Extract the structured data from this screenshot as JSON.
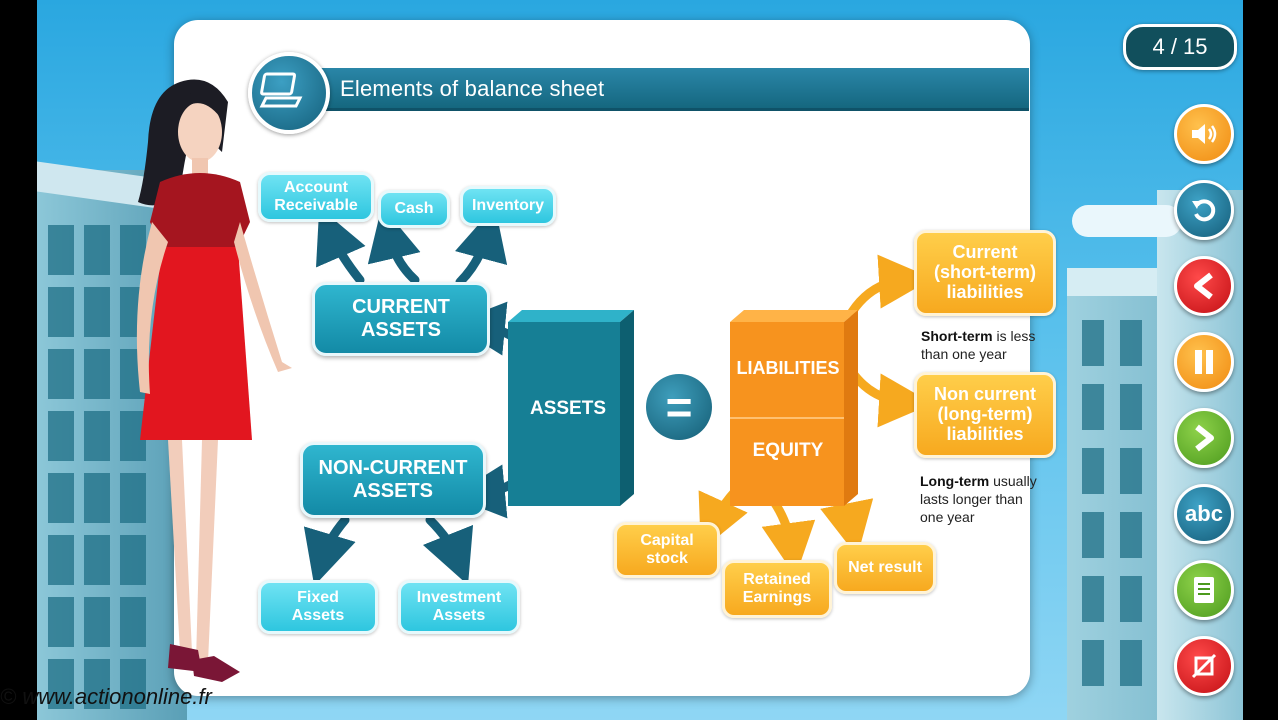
{
  "page": {
    "counter": "4 / 15",
    "title": "Elements of balance sheet"
  },
  "diagram": {
    "current_assets": [
      "CURRENT",
      "ASSETS"
    ],
    "non_current_assets": [
      "NON-CURRENT",
      "ASSETS"
    ],
    "assets": "ASSETS",
    "equals": "=",
    "liabilities": "LIABILITIES",
    "equity": "EQUITY",
    "current_items": {
      "account_receivable": [
        "Account",
        "Receivable"
      ],
      "cash": "Cash",
      "inventory": "Inventory"
    },
    "non_current_items": {
      "fixed_assets": [
        "Fixed",
        "Assets"
      ],
      "investment_assets": [
        "Investment",
        "Assets"
      ]
    },
    "current_liabilities": [
      "Current",
      "(short-term)",
      "liabilities"
    ],
    "non_current_liabilities": [
      "Non current",
      "(long-term)",
      "liabilities"
    ],
    "equity_items": {
      "capital_stock": [
        "Capital",
        "stock"
      ],
      "retained_earnings": [
        "Retained",
        "Earnings"
      ],
      "net_result": "Net result"
    },
    "short_term_note": {
      "bold": "Short-term",
      "rest1": " is less",
      "rest2": "than one year"
    },
    "long_term_note": {
      "bold": "Long-term",
      "rest1": " usually",
      "rest2": "lasts longer than",
      "rest3": "one year"
    }
  },
  "controls": {
    "glossary": "abc",
    "icons": [
      "speaker-icon",
      "replay-icon",
      "previous-icon",
      "pause-icon",
      "next-icon",
      "glossary-icon",
      "notes-icon",
      "exit-icon"
    ]
  },
  "footer": {
    "watermark": "© www.actiononline.fr"
  },
  "colors": {
    "teal": "#138aa6",
    "aqua": "#2ec6df",
    "orange": "#f7a91f",
    "title_bar": "#15677f",
    "sky": "#2aa7e0"
  }
}
